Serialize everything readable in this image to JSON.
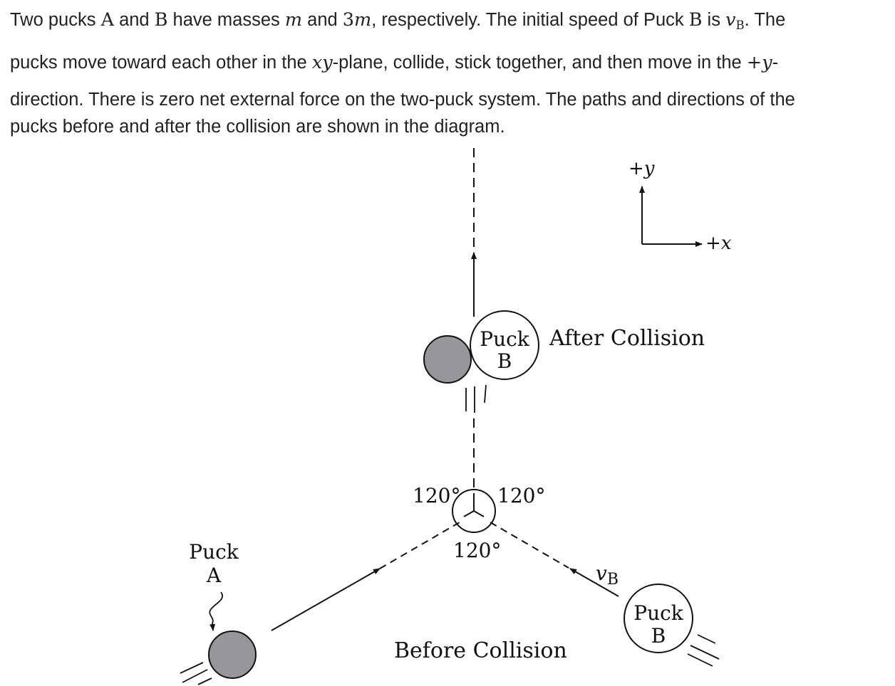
{
  "problem": {
    "line1_part1": "Two pucks ",
    "mass_a_label": "A",
    "line1_part2": " and ",
    "mass_b_label": "B",
    "line1_part3": " have masses ",
    "mass_a": "m",
    "line1_part4": " and ",
    "mass_b_coef": "3",
    "mass_b_var": "m",
    "line1_part5": ", respectively. The initial speed of Puck ",
    "speed_puck_label": "B",
    "line1_part6": " is ",
    "speed_var": "v",
    "speed_sub": "B",
    "line1_part7": ". The",
    "line2_part1": "pucks move toward each other in the ",
    "plane_var": "xy",
    "line2_part2": "-plane, collide, stick together, and then move in the ",
    "direction_sign": "+",
    "direction_var": "y",
    "line2_part3": "-",
    "line3": "direction. There is zero net external force on the two-puck system. The paths and directions of the",
    "line4": "pucks before and after the collision are shown in the diagram."
  },
  "diagram": {
    "axis_y_label": "+y",
    "axis_x_label": "+x",
    "after_puck_b_line1": "Puck",
    "after_puck_b_line2": "B",
    "after_collision_label": "After Collision",
    "angle_left": "120°",
    "angle_right": "120°",
    "angle_bottom": "120°",
    "puck_a_line1": "Puck",
    "puck_a_line2": "A",
    "velocity_label": "v",
    "velocity_sub": "B",
    "before_puck_b_line1": "Puck",
    "before_puck_b_line2": "B",
    "before_collision_label": "Before Collision",
    "colors": {
      "puck_a_fill": "#97979b",
      "puck_b_fill": "#ffffff",
      "stroke": "#111111"
    }
  }
}
